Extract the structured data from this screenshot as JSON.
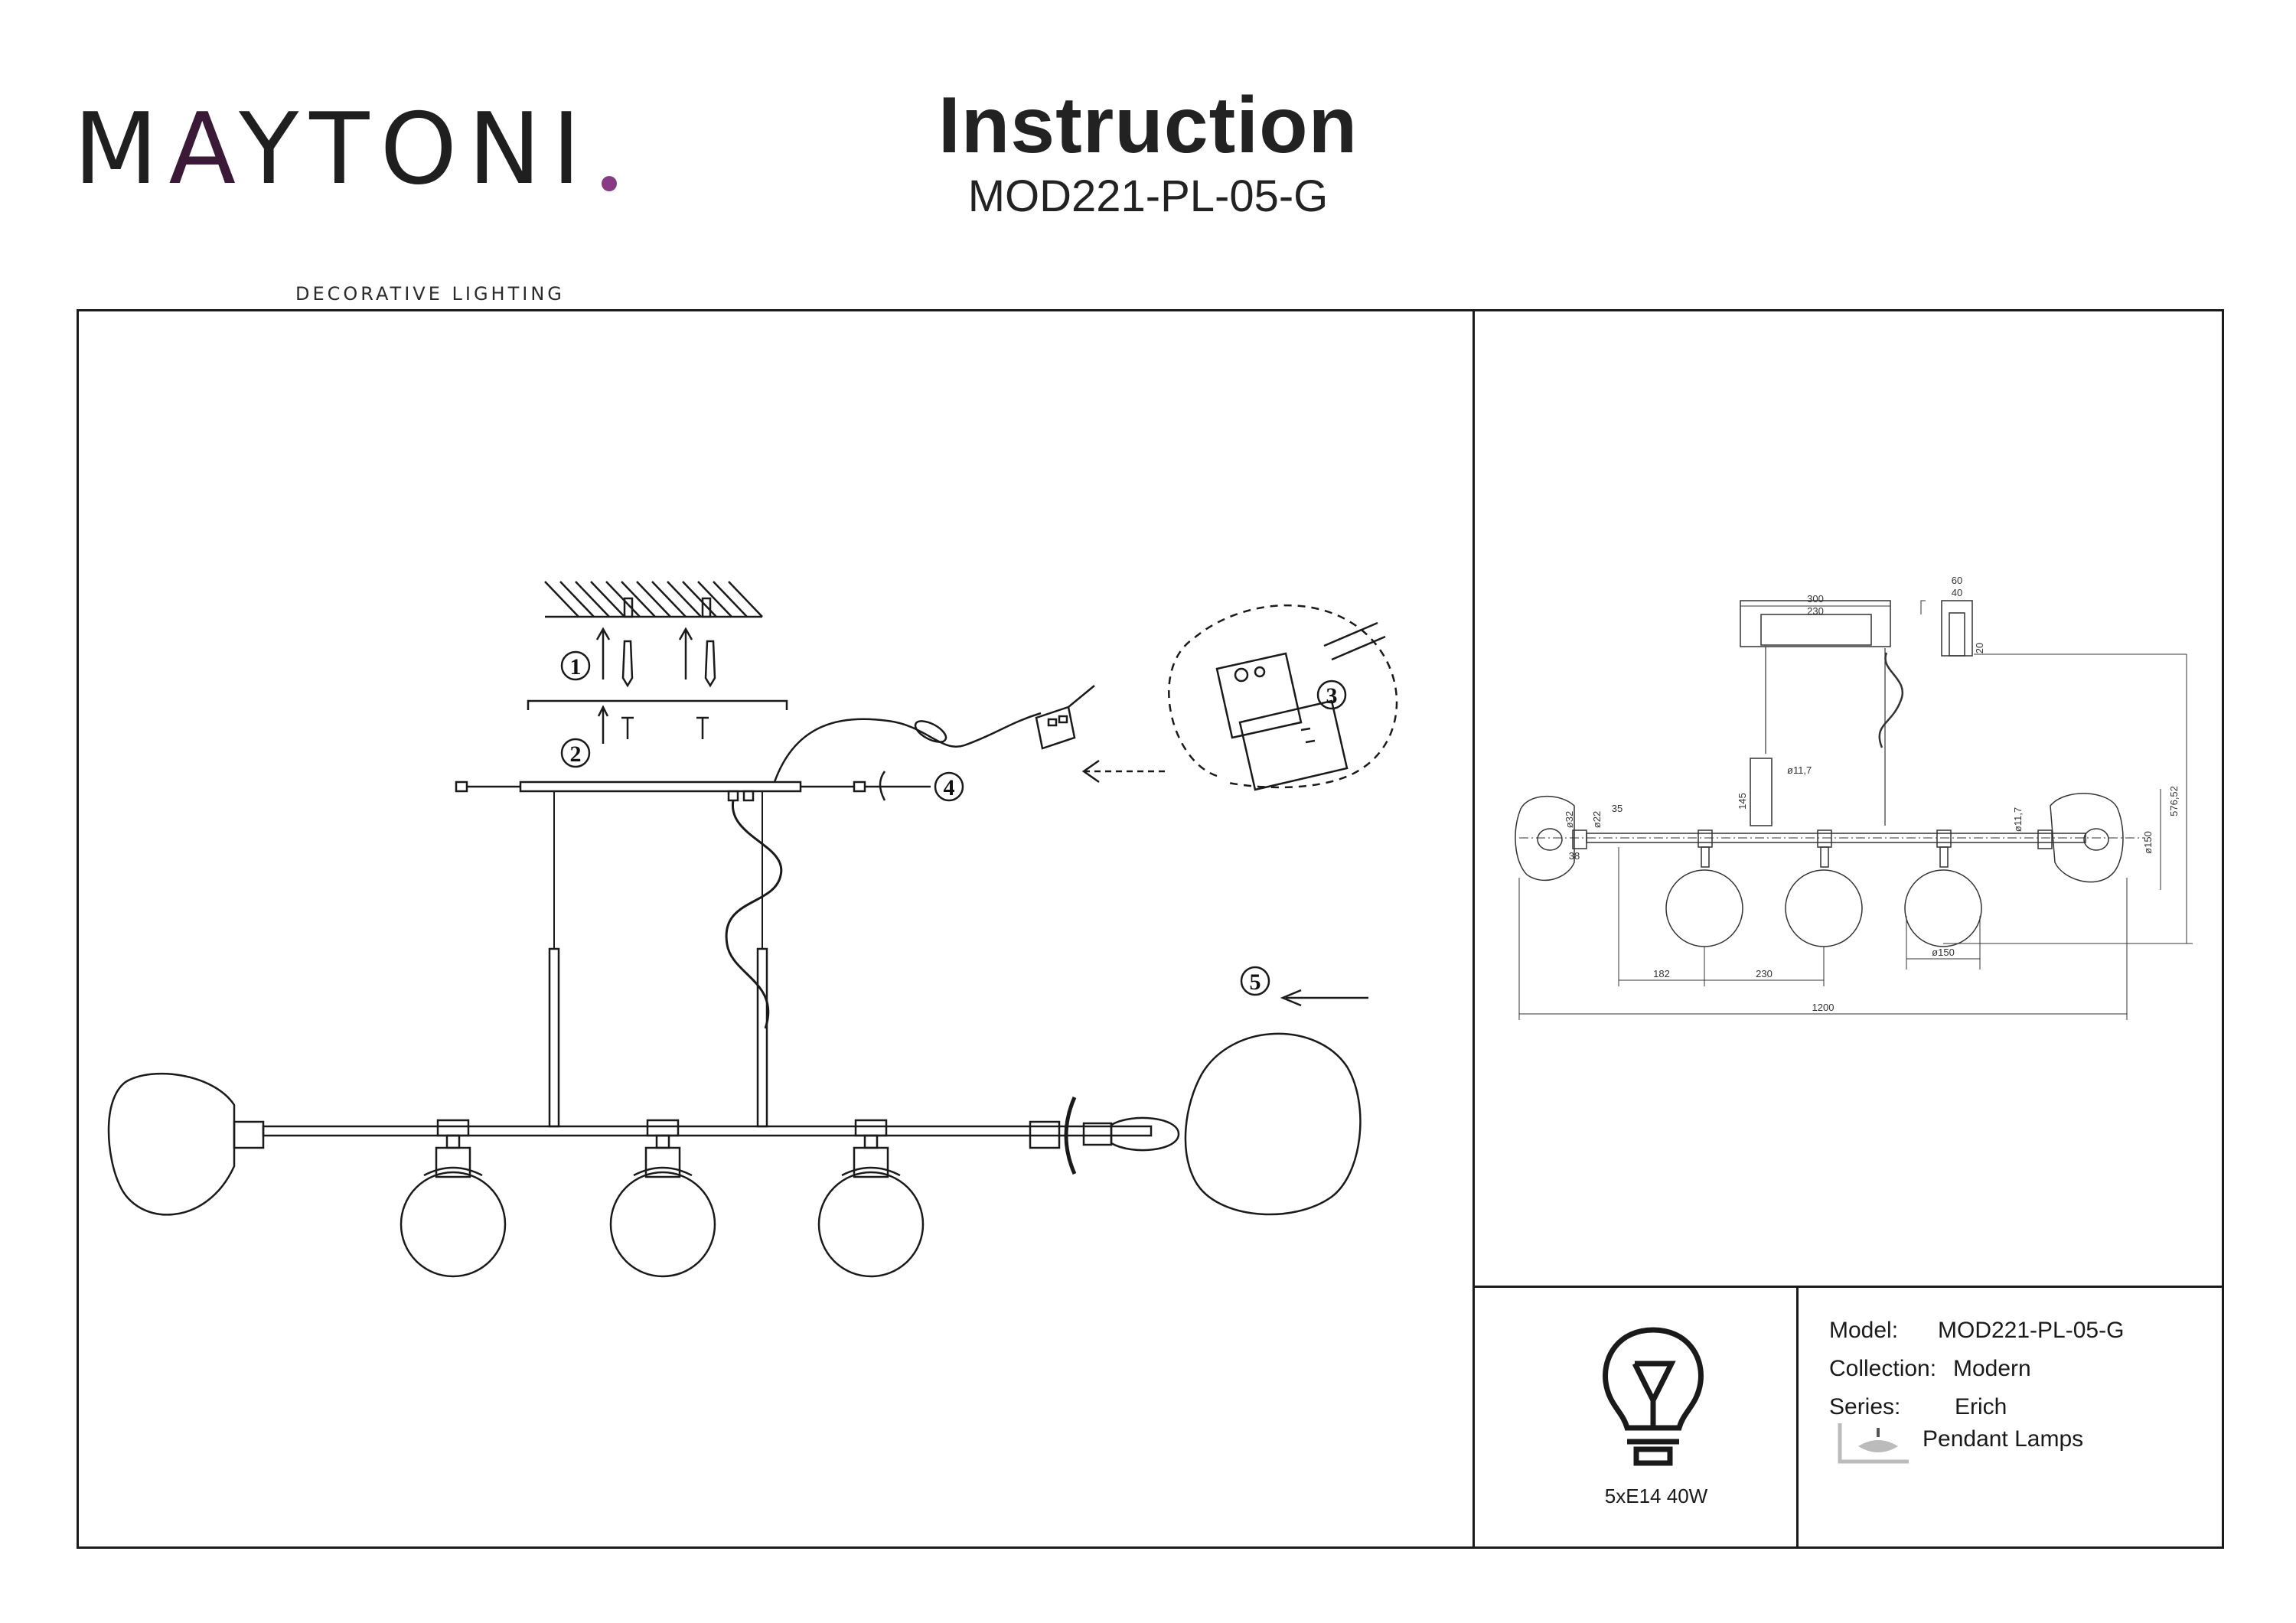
{
  "brand": {
    "name_prefix": "M",
    "name_accent": "A",
    "name_rest": "YTONI",
    "tagline": "DECORATIVE LIGHTING"
  },
  "header": {
    "title": "Instruction",
    "model": "MOD221-PL-05-G"
  },
  "steps": [
    "1",
    "2",
    "3",
    "4",
    "5"
  ],
  "dimensions": {
    "canopy_width": "300",
    "canopy_inner": "230",
    "canopy_depth": "60",
    "canopy_depth_inner": "40",
    "canopy_height": "20",
    "rod_height": "145",
    "rod_diameter": "ø11,7",
    "rod_diameter_2": "ø11,7",
    "holder_diameter": "ø32",
    "holder_width": "35",
    "bar_diameter": "ø22",
    "holder_length": "38",
    "shade_diameter_side": "ø150",
    "shade_diameter_bottom": "ø150",
    "total_height": "576,52",
    "spacing_1": "182",
    "spacing_2": "230",
    "total_length": "1200"
  },
  "specs": {
    "model_label": "Model:",
    "model_value": "MOD221-PL-05-G",
    "collection_label": "Collection:",
    "collection_value": "Modern",
    "series_label": "Series:",
    "series_value": "Erich",
    "type_value": "Pendant Lamps",
    "bulb_text": "5xE14 40W"
  },
  "icons": {
    "bulb": "light-bulb-icon",
    "pendant": "pendant-lamp-icon"
  }
}
